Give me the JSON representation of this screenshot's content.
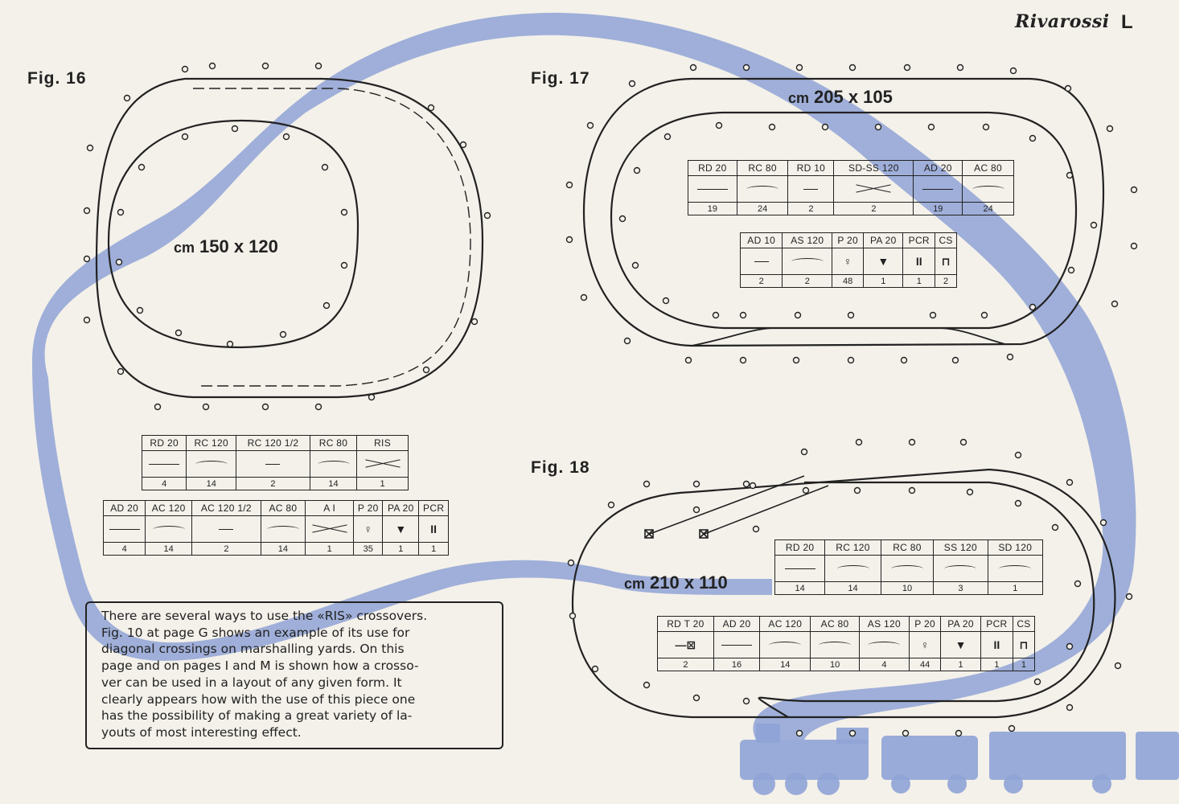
{
  "header": {
    "brand": "Rivarossi",
    "page_letter": "L"
  },
  "colors": {
    "river": "#8fa3d6",
    "ink": "#222222",
    "paper": "#f4f1ea"
  },
  "fig16": {
    "label": "Fig. 16",
    "dims_unit": "cm",
    "dims_value": "150 x 120",
    "table1": {
      "headers": [
        "RD 20",
        "RC 120",
        "RC 120 1/2",
        "RC 80",
        "RIS"
      ],
      "quantities": [
        "4",
        "14",
        "2",
        "14",
        "1"
      ]
    },
    "table2": {
      "headers": [
        "AD 20",
        "AC 120",
        "AC 120 1/2",
        "AC 80",
        "A I",
        "P 20",
        "PA 20",
        "PCR"
      ],
      "quantities": [
        "4",
        "14",
        "2",
        "14",
        "1",
        "35",
        "1",
        "1"
      ]
    }
  },
  "fig17": {
    "label": "Fig. 17",
    "dims_unit": "cm",
    "dims_value": "205 x 105",
    "table1": {
      "headers": [
        "RD 20",
        "RC 80",
        "RD 10",
        "SD-SS 120",
        "AD 20",
        "AC 80"
      ],
      "quantities": [
        "19",
        "24",
        "2",
        "2",
        "19",
        "24"
      ]
    },
    "table2": {
      "headers": [
        "AD 10",
        "AS 120",
        "P 20",
        "PA 20",
        "PCR",
        "CS"
      ],
      "quantities": [
        "2",
        "2",
        "48",
        "1",
        "1",
        "2"
      ]
    }
  },
  "fig18": {
    "label": "Fig. 18",
    "dims_unit": "cm",
    "dims_value": "210 x 110",
    "table1": {
      "headers": [
        "RD 20",
        "RC 120",
        "RC 80",
        "SS 120",
        "SD 120"
      ],
      "quantities": [
        "14",
        "14",
        "10",
        "3",
        "1"
      ]
    },
    "table2": {
      "headers": [
        "RD T 20",
        "AD 20",
        "AC 120",
        "AC 80",
        "AS 120",
        "P 20",
        "PA 20",
        "PCR",
        "CS"
      ],
      "quantities": [
        "2",
        "16",
        "14",
        "10",
        "4",
        "44",
        "1",
        "1",
        "1"
      ]
    }
  },
  "note": {
    "lines": [
      "There are several ways to use the «RIS» crossovers.",
      "Fig. 10 at page G shows an example of its use for",
      "diagonal crossings on marshalling yards. On this",
      "page and on pages I and M is shown how a crosso-",
      "ver can be used in a layout of any given form. It",
      "clearly appears how with the use of this piece one",
      "has the possibility of making a great variety of la-",
      "youts of most interesting effect."
    ]
  }
}
